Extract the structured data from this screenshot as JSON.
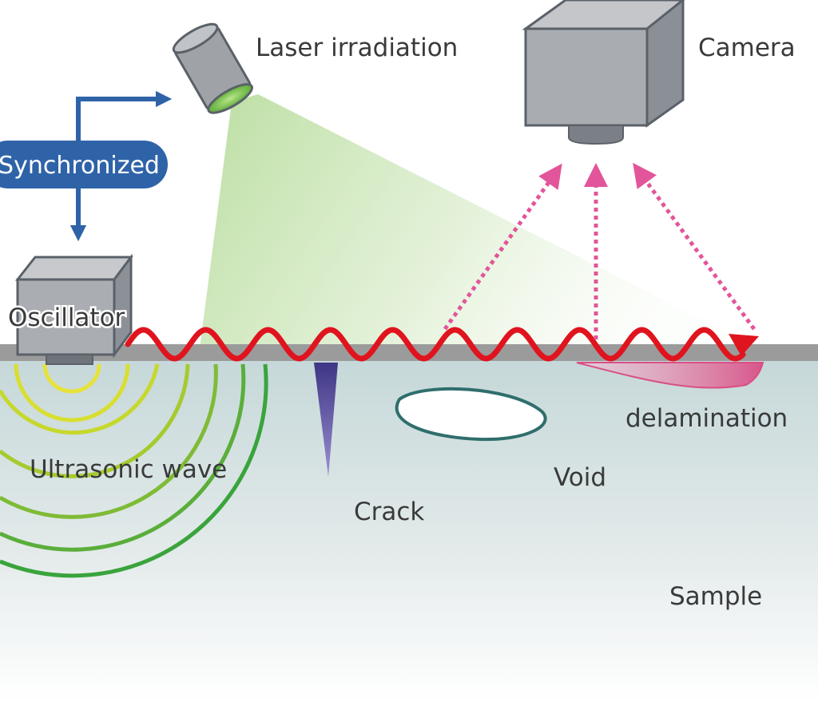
{
  "labels": {
    "laser": "Laser irradiation",
    "camera": "Camera",
    "synchronized": "Synchronized",
    "oscillator": "Oscillator",
    "ultrasonic_wave": "Ultrasonic wave",
    "crack": "Crack",
    "void": "Void",
    "delamination": "delamination",
    "sample": "Sample"
  },
  "icons": {
    "laser": "laser-head-icon",
    "camera": "camera-icon",
    "oscillator": "oscillator-icon"
  },
  "colors": {
    "surface": "#9a9a9a",
    "sample_top": "#c9d9da",
    "sync_blue": "#2f63a8",
    "wave_red": "#e0141e",
    "laser_green": "#8fc46a",
    "reflection_pink": "#e2559a",
    "crack_purple": "#4b3f8c",
    "void_outline": "#2f6e6c",
    "delamination_pink": "#d94f86",
    "device_gray": "#a9abae"
  }
}
